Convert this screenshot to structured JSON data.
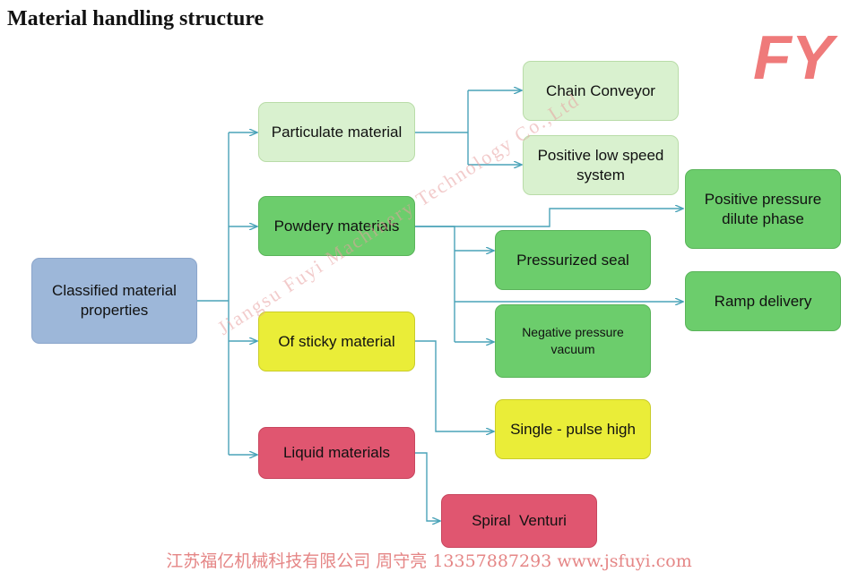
{
  "title": "Material handling structure",
  "logo_text": "FY",
  "watermark": "Jiangsu Fuyi Machinery Technology Co.,Ltd",
  "footer": "江苏福亿机械科技有限公司 周守亮 13357887293 www.jsfuyi.com",
  "nodes": {
    "root": "Classified material properties",
    "particulate": "Particulate material",
    "powdery": "Powdery materials",
    "sticky": "Of sticky material",
    "liquid": "Liquid materials",
    "chain": "Chain Conveyor",
    "positive_low": "Positive low speed system",
    "positive_dilute": "Positive pressure dilute phase",
    "pressurized": "Pressurized seal",
    "ramp": "Ramp delivery",
    "negative": "Negative pressure vacuum",
    "single_pulse": "Single - pulse high",
    "spiral": "Spiral  Venturi"
  },
  "colors": {
    "connector": "#4aa3b8",
    "root": "#9db7d9",
    "particulate": "#d9f1cf",
    "powdery": "#6ccd6c",
    "sticky": "#eaed38",
    "liquid": "#e05670",
    "logo": "#ef7a7a"
  }
}
